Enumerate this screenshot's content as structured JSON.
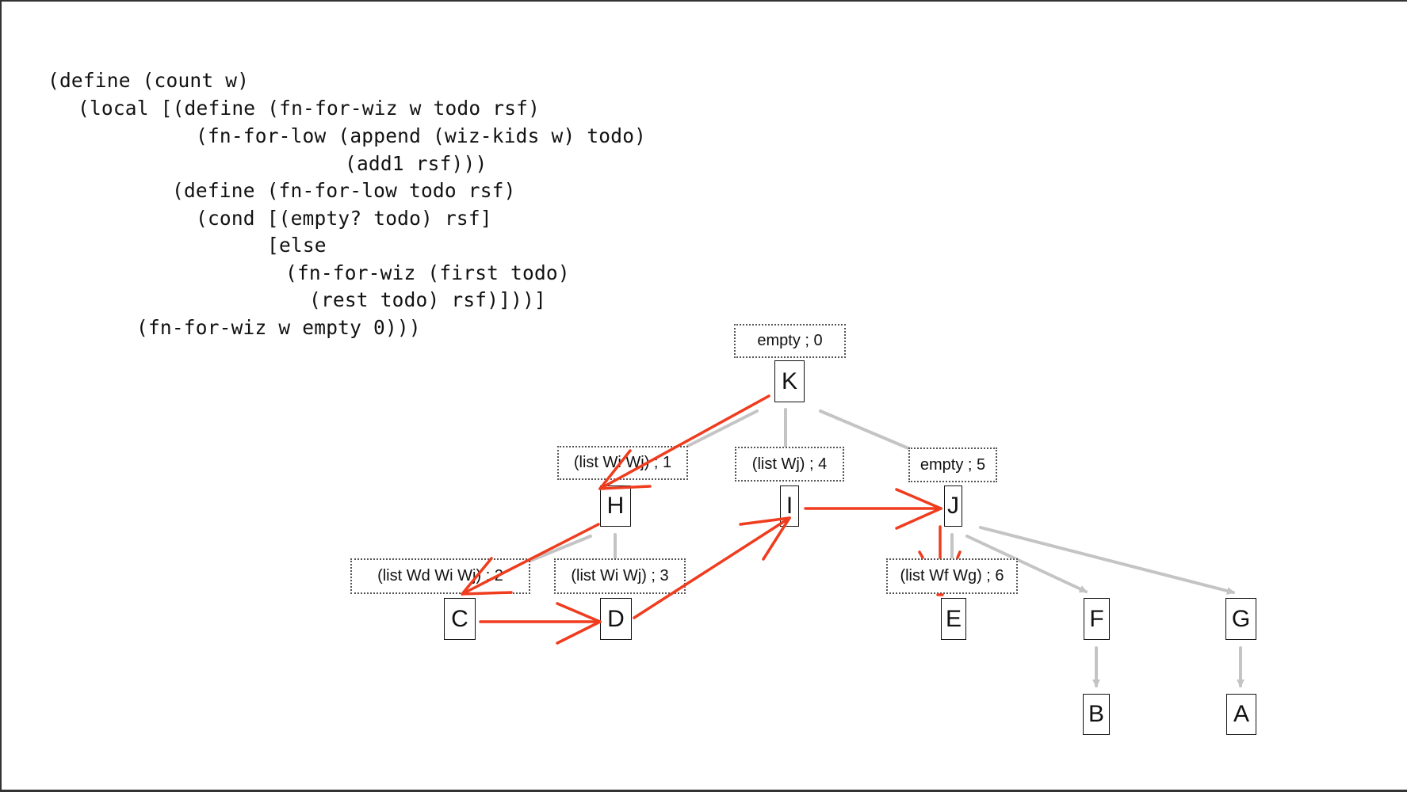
{
  "code": {
    "language": "racket",
    "lines": [
      "(define (count w)",
      "(local [(define (fn-for-wiz w todo rsf)",
      "(fn-for-low (append (wiz-kids w) todo)",
      "(add1 rsf)))",
      "(define (fn-for-low todo rsf)",
      "(cond [(empty? todo) rsf]",
      "[else",
      "(fn-for-wiz (first todo)",
      "(rest todo) rsf)]))]",
      "(fn-for-wiz w empty 0)))"
    ]
  },
  "tree": {
    "nodes": [
      {
        "id": "K",
        "label": "K",
        "annotation": "empty ; 0"
      },
      {
        "id": "H",
        "label": "H",
        "annotation": "(list Wi Wj) ; 1"
      },
      {
        "id": "I",
        "label": "I",
        "annotation": "(list Wj) ; 4"
      },
      {
        "id": "J",
        "label": "J",
        "annotation": "empty ; 5"
      },
      {
        "id": "C",
        "label": "C",
        "annotation": "(list Wd Wi Wj) ; 2"
      },
      {
        "id": "D",
        "label": "D",
        "annotation": "(list Wi Wj) ; 3"
      },
      {
        "id": "E",
        "label": "E",
        "annotation": "(list Wf Wg) ; 6"
      },
      {
        "id": "F",
        "label": "F",
        "annotation": null
      },
      {
        "id": "G",
        "label": "G",
        "annotation": null
      },
      {
        "id": "B",
        "label": "B",
        "annotation": null
      },
      {
        "id": "A",
        "label": "A",
        "annotation": null
      }
    ],
    "tree_edges": [
      [
        "K",
        "H"
      ],
      [
        "K",
        "I"
      ],
      [
        "K",
        "J"
      ],
      [
        "H",
        "C"
      ],
      [
        "H",
        "D"
      ],
      [
        "J",
        "E"
      ],
      [
        "J",
        "F"
      ],
      [
        "J",
        "G"
      ],
      [
        "F",
        "B"
      ],
      [
        "G",
        "A"
      ]
    ],
    "traversal_order": [
      "K",
      "H",
      "C",
      "D",
      "I",
      "J",
      "E"
    ],
    "colors": {
      "traversal_arrow": "#f03c1e",
      "tree_edge": "#c4c4c4",
      "node_border": "#111111",
      "annotation_border": "#555555"
    }
  }
}
